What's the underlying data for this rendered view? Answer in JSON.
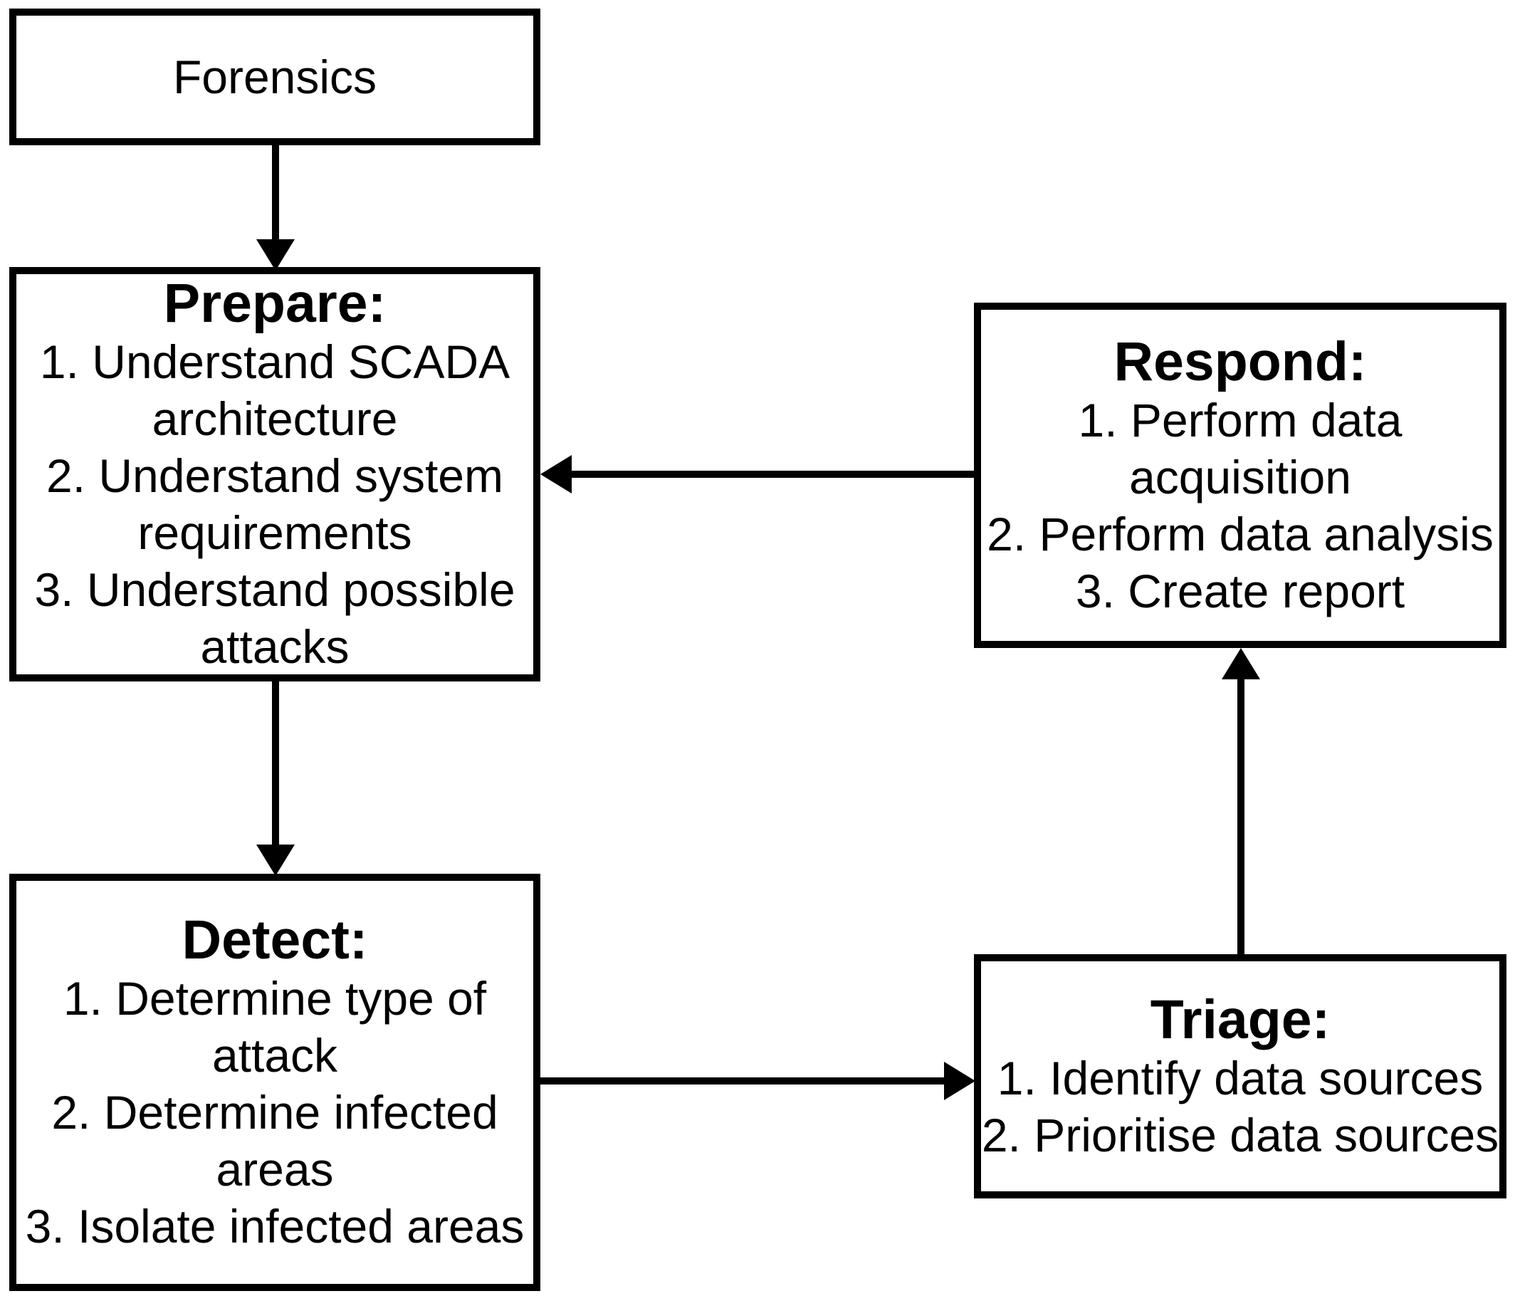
{
  "diagram": {
    "colors": {
      "stroke": "#000000",
      "fill": "#ffffff"
    },
    "boxes": {
      "forensics": {
        "label": "Forensics"
      },
      "prepare": {
        "title": "Prepare:",
        "lines": [
          "1. Understand SCADA",
          "architecture",
          "2. Understand system",
          "requirements",
          "3. Understand possible",
          "attacks"
        ]
      },
      "detect": {
        "title": "Detect:",
        "lines": [
          "1. Determine type of",
          "attack",
          "2. Determine infected",
          "areas",
          "3. Isolate infected areas"
        ]
      },
      "respond": {
        "title": "Respond:",
        "lines": [
          "1. Perform data",
          "acquisition",
          "2. Perform data analysis",
          "3. Create report"
        ]
      },
      "triage": {
        "title": "Triage:",
        "lines": [
          "1. Identify data sources",
          "2. Prioritise data sources"
        ]
      }
    },
    "arrows": [
      {
        "from": "forensics",
        "to": "prepare"
      },
      {
        "from": "prepare",
        "to": "detect"
      },
      {
        "from": "detect",
        "to": "triage"
      },
      {
        "from": "triage",
        "to": "respond"
      },
      {
        "from": "respond",
        "to": "prepare"
      }
    ]
  }
}
